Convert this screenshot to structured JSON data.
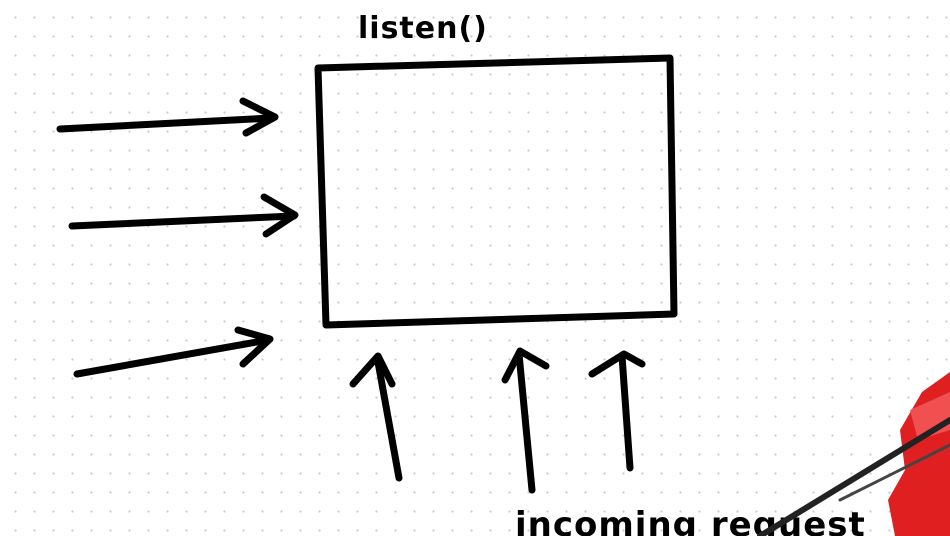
{
  "diagram": {
    "top_label": "listen()",
    "bottom_label": "incoming request",
    "colors": {
      "ink": "#000000",
      "pen_body": "#e02020",
      "background": "#ffffff",
      "grid_dot": "#c9c9c9"
    },
    "left_arrow_count": 3,
    "bottom_arrow_count": 3
  }
}
